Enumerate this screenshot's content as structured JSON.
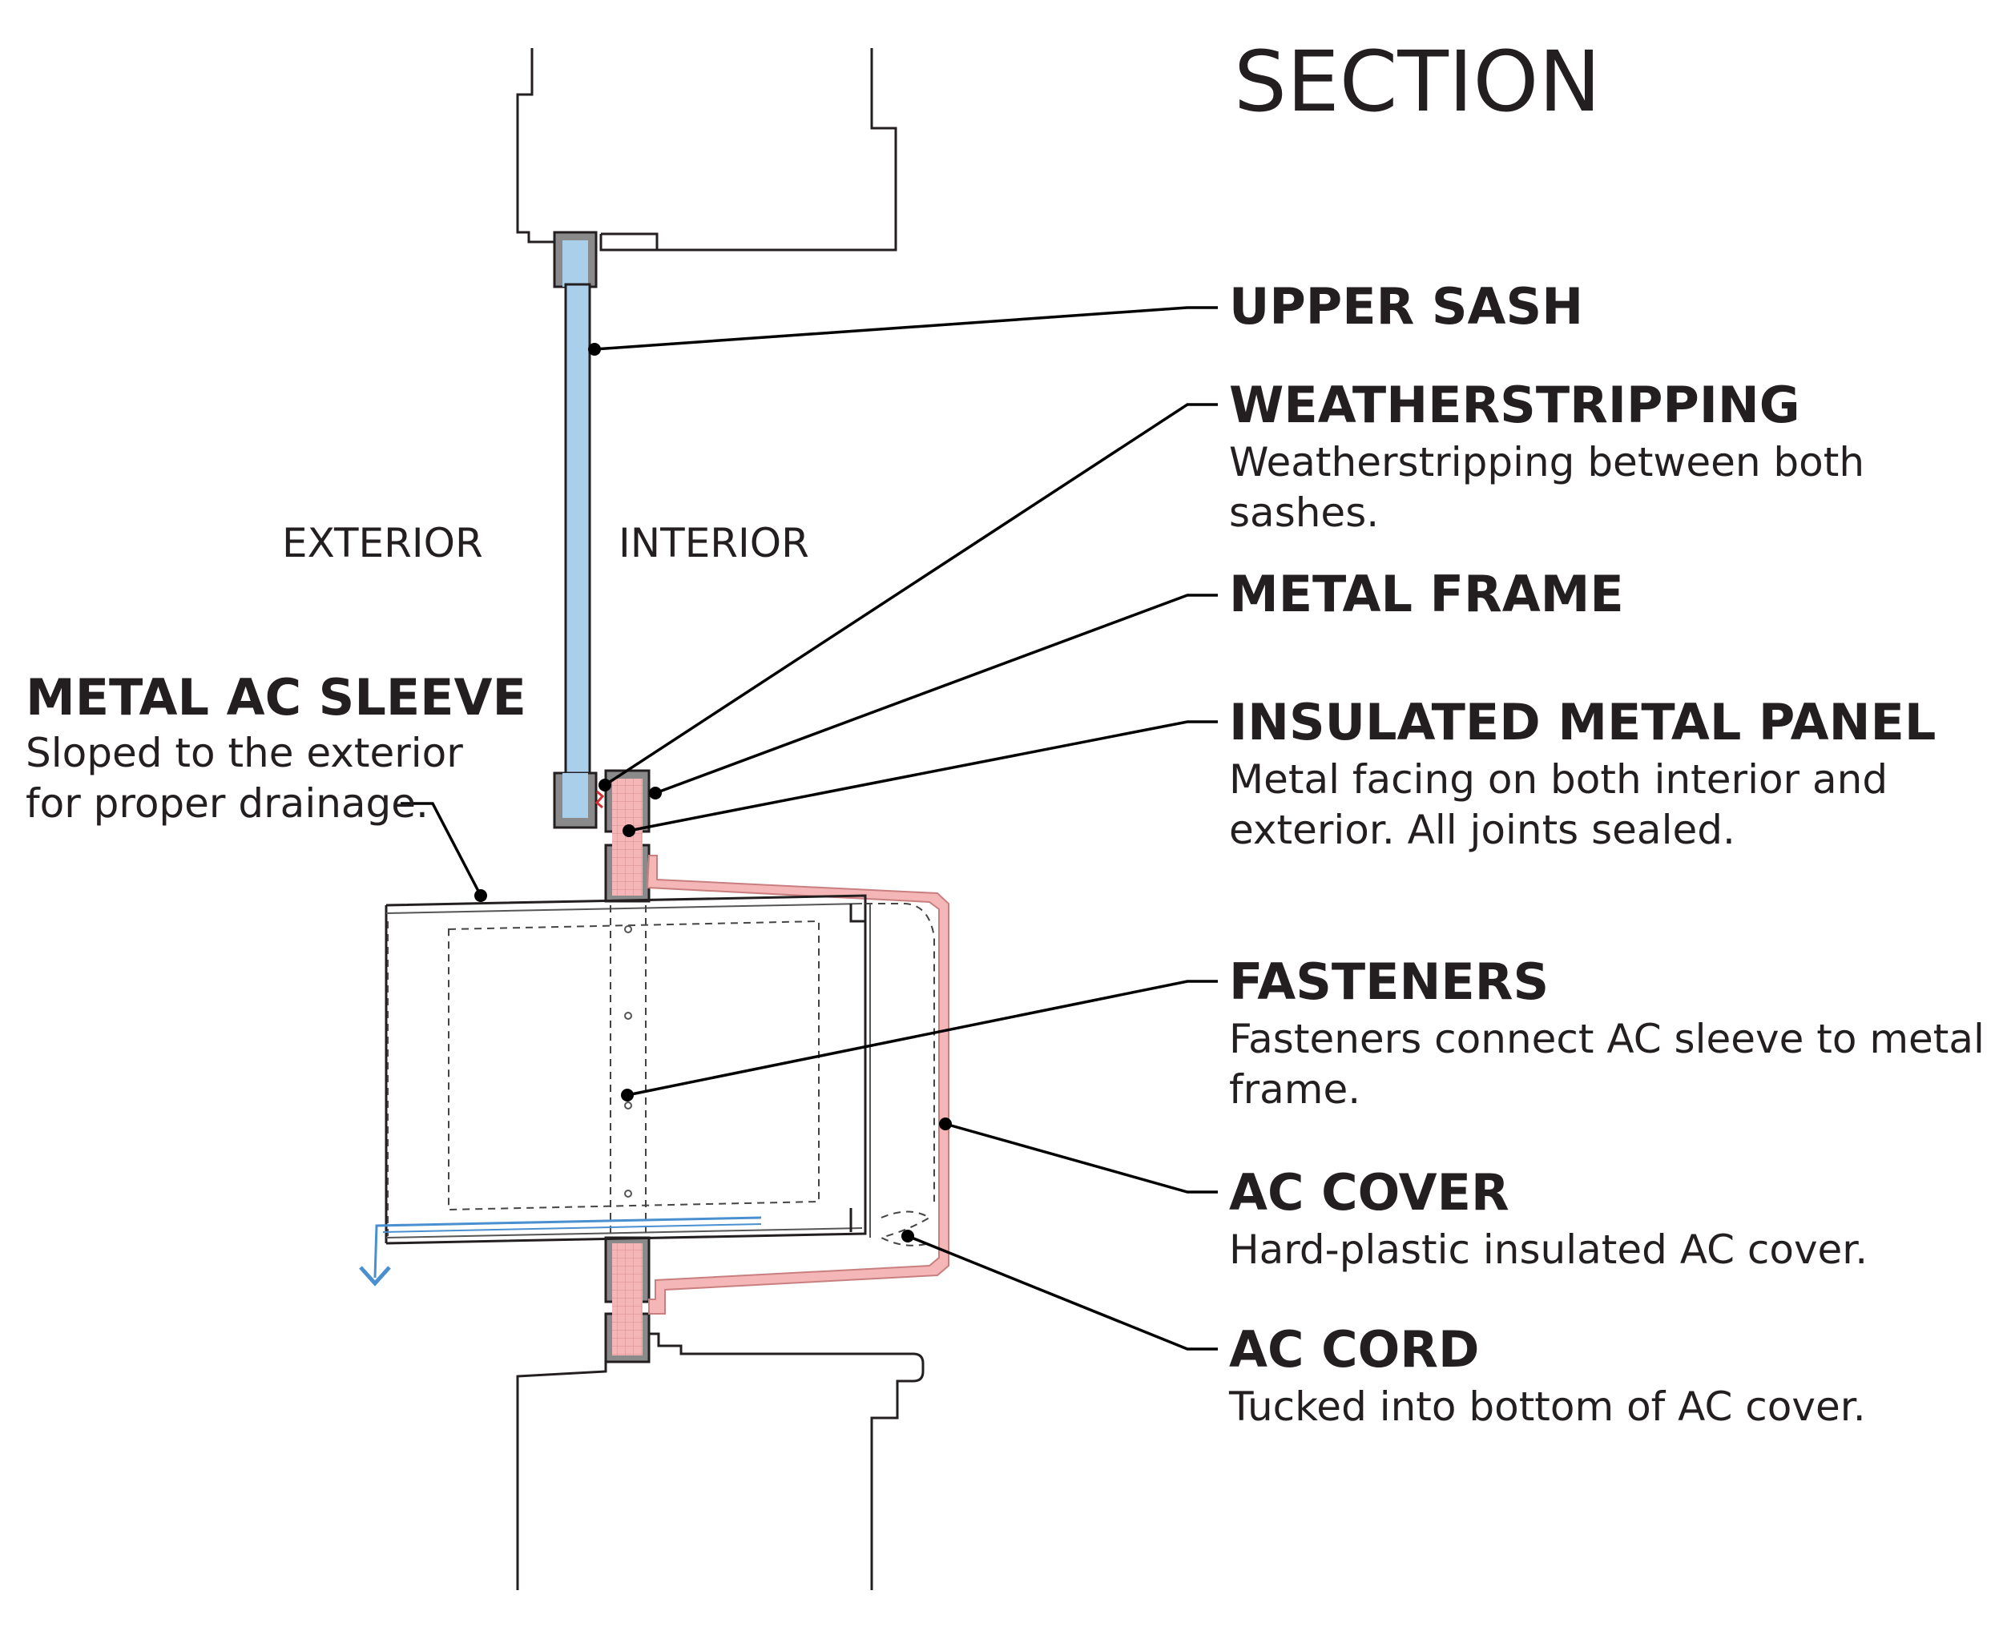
{
  "title": "SECTION",
  "sides": {
    "exterior": "EXTERIOR",
    "interior": "INTERIOR"
  },
  "callouts": {
    "upper_sash": {
      "heading": "UPPER SASH"
    },
    "weatherstripping": {
      "heading": "WEATHERSTRIPPING",
      "line1": "Weatherstripping between both",
      "line2": "sashes."
    },
    "metal_frame": {
      "heading": "METAL FRAME"
    },
    "insulated_panel": {
      "heading": "INSULATED METAL PANEL",
      "line1": "Metal facing on both interior and",
      "line2": "exterior. All joints sealed."
    },
    "fasteners": {
      "heading": "FASTENERS",
      "line1": "Fasteners connect AC sleeve to metal",
      "line2": "frame."
    },
    "ac_cover": {
      "heading": "AC COVER",
      "line1": "Hard-plastic insulated AC cover."
    },
    "ac_cord": {
      "heading": "AC CORD",
      "line1": "Tucked into bottom of AC cover."
    },
    "ac_sleeve": {
      "heading": "METAL AC SLEEVE",
      "line1": "Sloped to the exterior",
      "line2": "for proper drainage."
    }
  },
  "colors": {
    "glass": "#a9cfea",
    "insulation": "#f4b6b6",
    "frame": "#8a8a8a",
    "drain_arrow": "#4a90d0",
    "ink": "#231f20"
  }
}
